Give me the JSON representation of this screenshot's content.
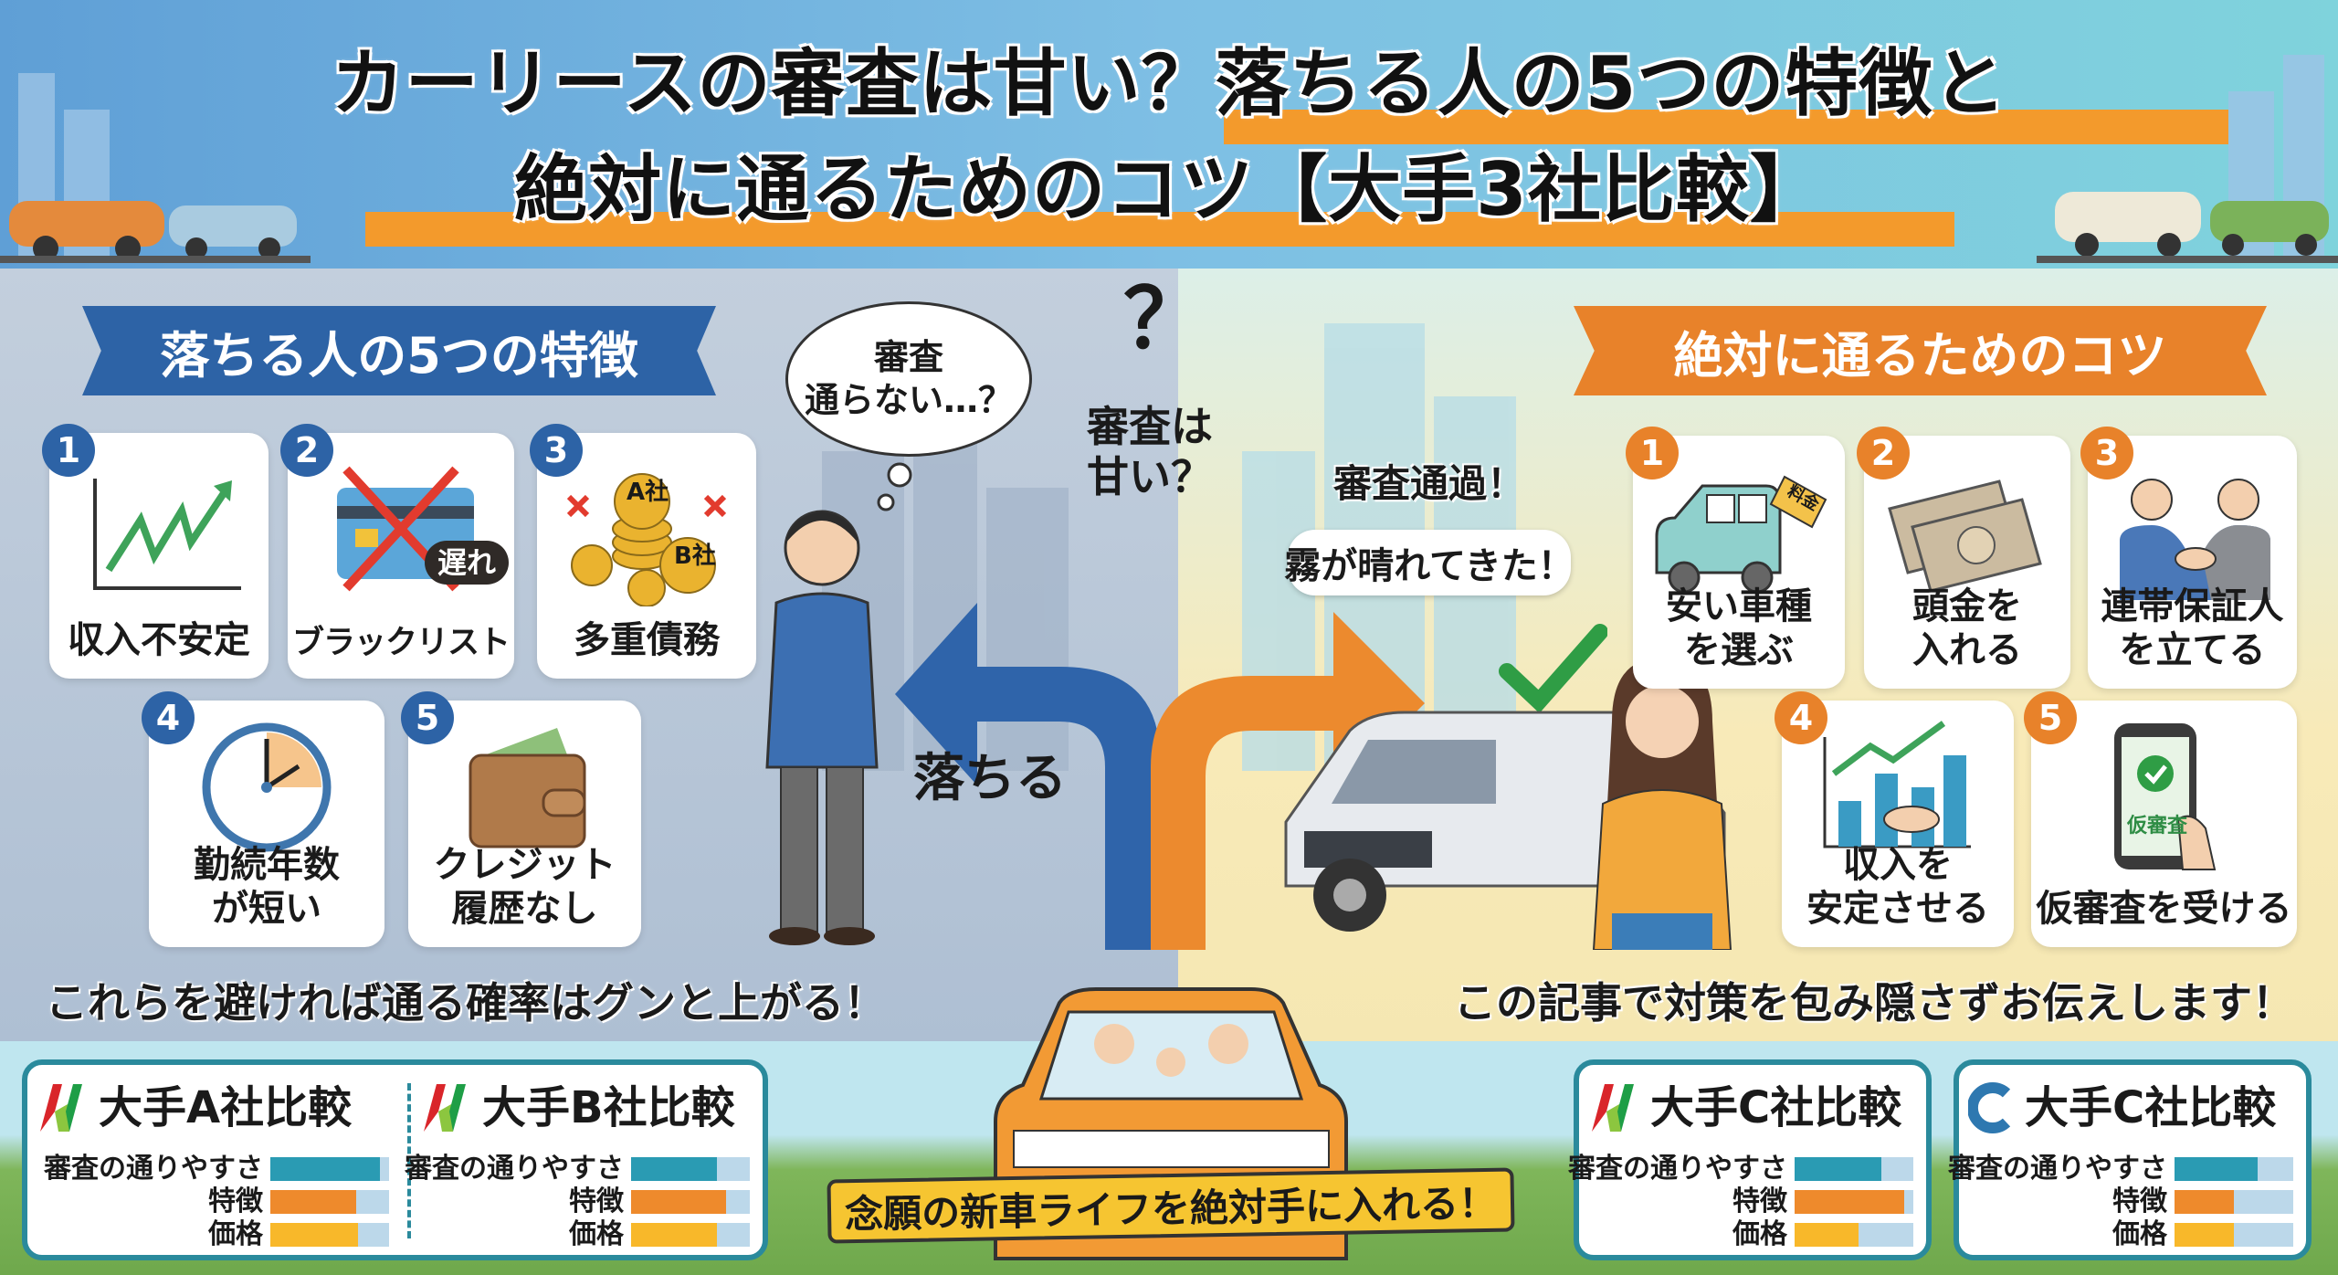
{
  "title": {
    "line1": "カーリースの審査は甘い？落ちる人の5つの特徴と",
    "line2": "絶対に通るためのコツ【大手3社比較】"
  },
  "left": {
    "heading": "落ちる人の5つの特徴",
    "items": [
      {
        "num": "1",
        "label": "収入不安定",
        "icon": "rising-chart-icon"
      },
      {
        "num": "2",
        "label": "ブラックリスト",
        "icon": "crossed-credit-card-icon",
        "badge": "遅れ"
      },
      {
        "num": "3",
        "label": "多重債務",
        "icon": "coin-stacks-icon",
        "coin_a": "A社",
        "coin_b": "B社"
      },
      {
        "num": "4",
        "label": "勤続年数\nが短い",
        "icon": "clock-icon"
      },
      {
        "num": "5",
        "label": "クレジット\n履歴なし",
        "icon": "wallet-icon"
      }
    ],
    "footer": "これらを避ければ通る確率はグンと上がる！"
  },
  "center": {
    "thought": "審査\n通らない…？",
    "question_mark": "？",
    "question": "審査は\n甘い？",
    "fail_label": "落ちる",
    "pass_label": "審査通過！",
    "speech": "霧が晴れてきた！"
  },
  "right": {
    "heading": "絶対に通るためのコツ",
    "items": [
      {
        "num": "1",
        "label": "安い車種\nを選ぶ",
        "icon": "car-price-tag-icon",
        "tag": "料金"
      },
      {
        "num": "2",
        "label": "頭金を\n入れる",
        "icon": "banknotes-icon"
      },
      {
        "num": "3",
        "label": "連帯保証人\nを立てる",
        "icon": "handshake-people-icon"
      },
      {
        "num": "4",
        "label": "収入を\n安定させる",
        "icon": "growth-handshake-icon"
      },
      {
        "num": "5",
        "label": "仮審査を受ける",
        "icon": "phone-check-icon",
        "screen": "仮審査"
      }
    ],
    "footer": "この記事で対策を包み隠さずお伝えします！"
  },
  "banner": "念願の新車ライフを絶対手に入れる！",
  "comparisons": [
    {
      "title": "大手A社比較",
      "logo": "n-logo",
      "rows": [
        {
          "label": "審査の通りやすさ",
          "value": 0.92
        },
        {
          "label": "特徴",
          "value": 0.72
        },
        {
          "label": "価格",
          "value": 0.74
        }
      ]
    },
    {
      "title": "大手B社比較",
      "logo": "n-logo",
      "rows": [
        {
          "label": "審査の通りやすさ",
          "value": 0.72
        },
        {
          "label": "特徴",
          "value": 0.8
        },
        {
          "label": "価格",
          "value": 0.72
        }
      ]
    },
    {
      "title": "大手C社比較",
      "logo": "n-logo",
      "rows": [
        {
          "label": "審査の通りやすさ",
          "value": 0.73
        },
        {
          "label": "特徴",
          "value": 0.92
        },
        {
          "label": "価格",
          "value": 0.54
        }
      ]
    },
    {
      "title": "大手C社比較",
      "logo": "c-logo",
      "rows": [
        {
          "label": "審査の通りやすさ",
          "value": 0.7
        },
        {
          "label": "特徴",
          "value": 0.5
        },
        {
          "label": "価格",
          "value": 0.5
        }
      ]
    }
  ],
  "colors": {
    "blue": "#2d63a6",
    "orange": "#e8822a",
    "teal": "#2a9bb3",
    "bar_orange": "#ee8a2c",
    "bar_yellow": "#f8b82a",
    "bar_bg": "#bcd8ea"
  }
}
